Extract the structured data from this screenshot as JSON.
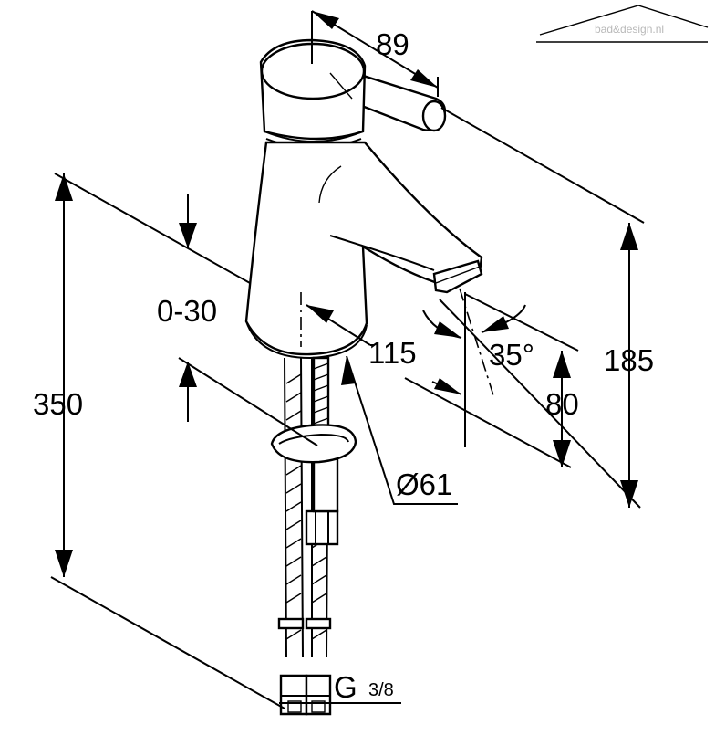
{
  "watermark": {
    "brand": "bad&design.nl"
  },
  "dimensions": {
    "spout_length": "89",
    "height_total": "185",
    "adjust_range": "0-30",
    "reach": "115",
    "angle": "35°",
    "spout_height": "80",
    "overall": "350",
    "base_diameter": "Ø61",
    "thread": "G",
    "thread_frac": "3/8"
  },
  "colors": {
    "line": "#000000",
    "background": "#ffffff",
    "watermark": "#b9b9b9"
  }
}
